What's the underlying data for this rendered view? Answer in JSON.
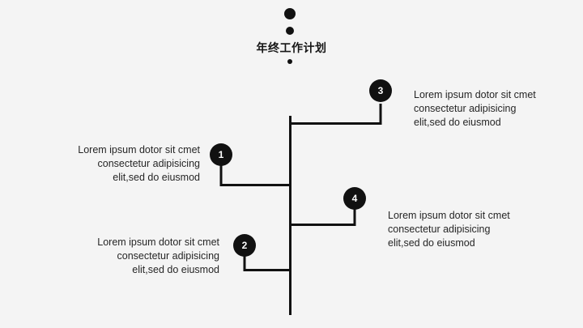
{
  "slide": {
    "background_color": "#f4f4f4",
    "accent_color": "#111111",
    "text_color": "#262626",
    "title": "年终工作计划",
    "decorations": {
      "dot_large": "large-dot",
      "dot_medium": "medium-dot",
      "dot_small": "small-dot"
    }
  },
  "timeline": {
    "items": [
      {
        "number": "1",
        "align": "right",
        "text": "Lorem ipsum dotor sit cmet consectetur adipisicing elit,sed do eiusmod"
      },
      {
        "number": "2",
        "align": "right",
        "text": "Lorem ipsum dotor sit cmet consectetur adipisicing elit,sed do eiusmod"
      },
      {
        "number": "3",
        "align": "left",
        "text": "Lorem ipsum dotor sit cmet consectetur adipisicing elit,sed do eiusmod"
      },
      {
        "number": "4",
        "align": "left",
        "text": "Lorem ipsum dotor sit cmet consectetur adipisicing elit,sed do eiusmod"
      }
    ]
  }
}
